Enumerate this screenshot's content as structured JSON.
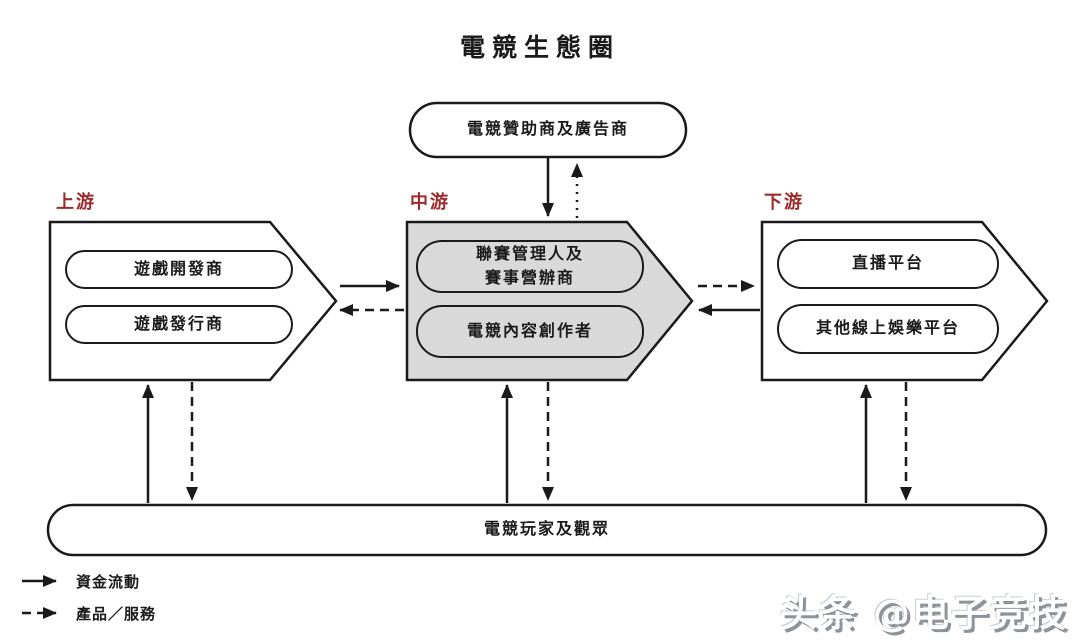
{
  "title": "電競生態圈",
  "top_box": {
    "label": "電競贊助商及廣告商"
  },
  "upstream": {
    "label": "上游",
    "pill1": "遊戲開發商",
    "pill2": "遊戲發行商"
  },
  "midstream": {
    "label": "中游",
    "pill1_line1": "聯賽管理人及",
    "pill1_line2": "賽事營辦商",
    "pill2": "電競內容創作者"
  },
  "downstream": {
    "label": "下游",
    "pill1": "直播平台",
    "pill2": "其他線上娛樂平台"
  },
  "bottom_box": {
    "label": "電競玩家及觀眾"
  },
  "legend": {
    "solid": "資金流動",
    "dashed": "產品／服務"
  },
  "watermark": "头条 @电子竞技",
  "colors": {
    "section_label": "#9e2b2b",
    "midstream_fill": "#d9d9d9",
    "line": "#1a1a1a"
  }
}
